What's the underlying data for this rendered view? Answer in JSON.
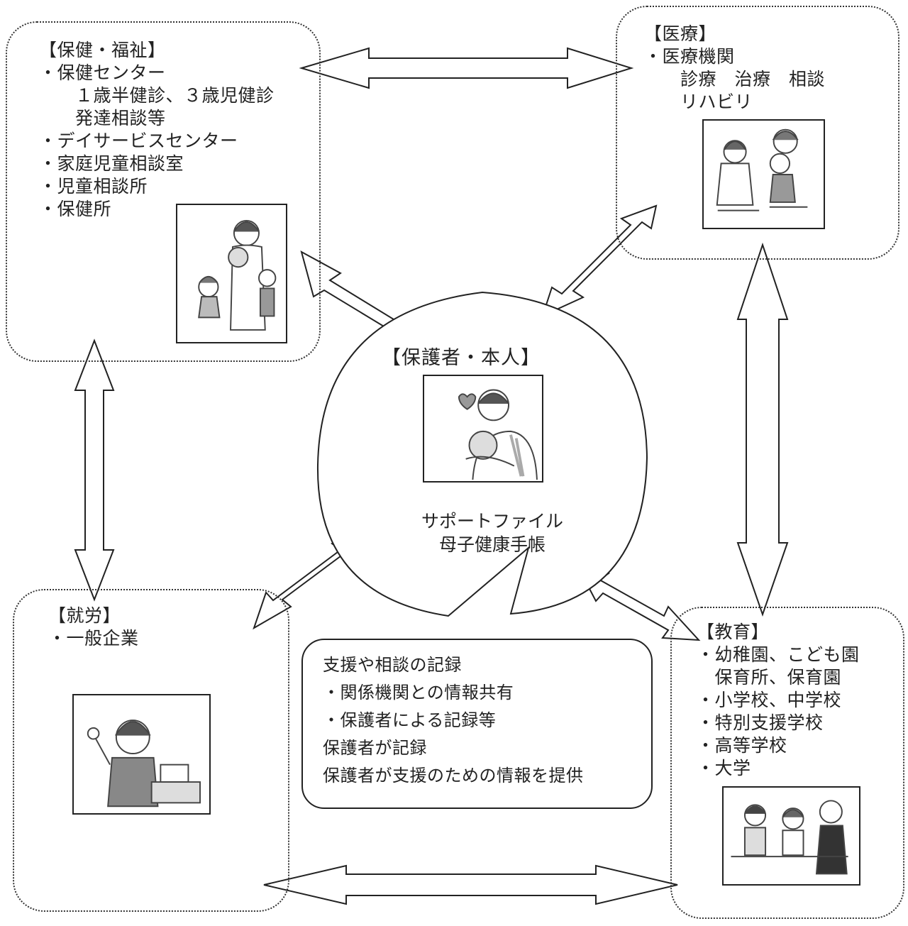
{
  "center": {
    "title": "【保護者・本人】",
    "lines": [
      "サポートファイル",
      "母子健康手帳"
    ]
  },
  "health": {
    "title": "【保健・福祉】",
    "lines": [
      "・保健センター",
      "　　１歳半健診、３歳児健診",
      "　　発達相談等",
      "・デイサービスセンター",
      "・家庭児童相談室",
      "・児童相談所",
      "・保健所"
    ]
  },
  "medical": {
    "title": "【医療】",
    "lines": [
      "・医療機関",
      "　　診療　治療　相談",
      "　　リハビリ"
    ]
  },
  "work": {
    "title": "【就労】",
    "lines": [
      "・一般企業"
    ]
  },
  "education": {
    "title": "【教育】",
    "lines": [
      "・幼稚園、こども園",
      "　保育所、保育園",
      "・小学校、中学校",
      "・特別支援学校",
      "・高等学校",
      "・大学"
    ]
  },
  "record_note": {
    "lines": [
      "支援や相談の記録",
      "・関係機関との情報共有",
      "・保護者による記録等",
      "保護者が記録",
      "保護者が支援のための情報を提供"
    ]
  }
}
